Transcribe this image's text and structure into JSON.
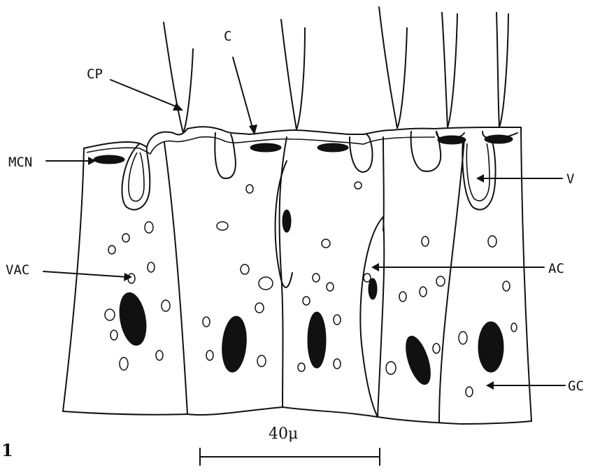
{
  "figure": {
    "number": "1",
    "scale_bar": "40μ"
  },
  "labels": {
    "cp": "CP",
    "c": "C",
    "mcn": "MCN",
    "v": "V",
    "vac": "VAC",
    "ac": "AC",
    "gc": "GC"
  }
}
